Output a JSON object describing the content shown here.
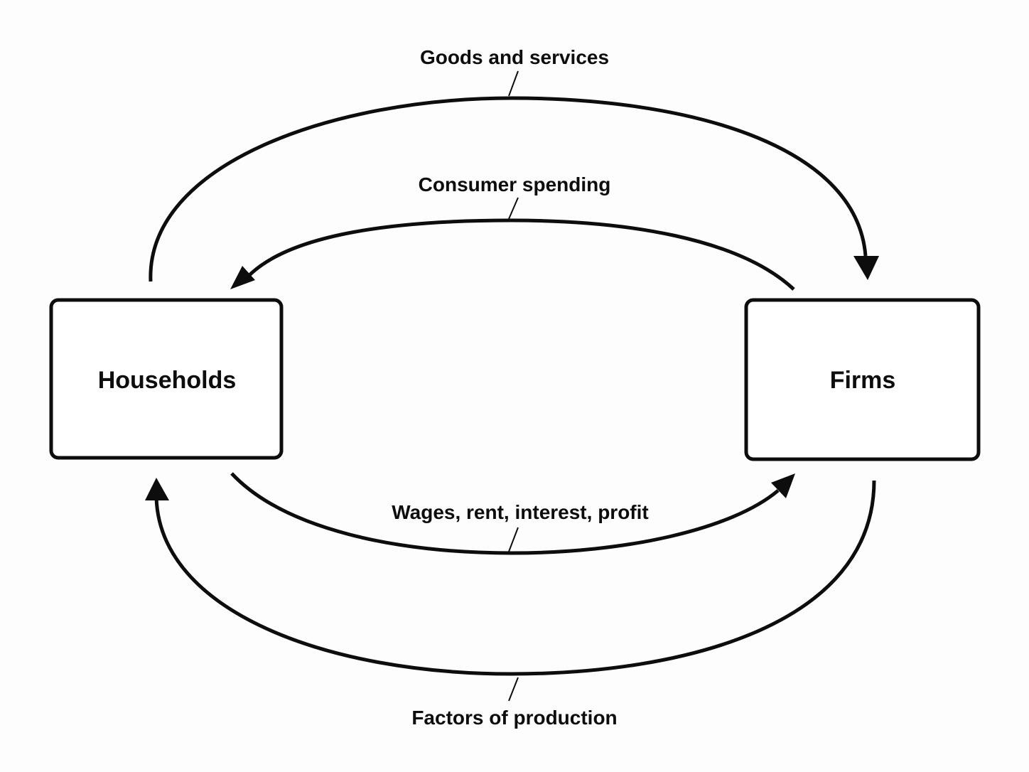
{
  "nodes": {
    "households": "Households",
    "firms": "Firms"
  },
  "flows": {
    "goods": "Goods and services",
    "spending": "Consumer spending",
    "income": "Wages, rent, interest, profit",
    "factors": "Factors of production"
  },
  "colors": {
    "stroke": "#0d0d0d",
    "background": "#fdfdfd"
  }
}
